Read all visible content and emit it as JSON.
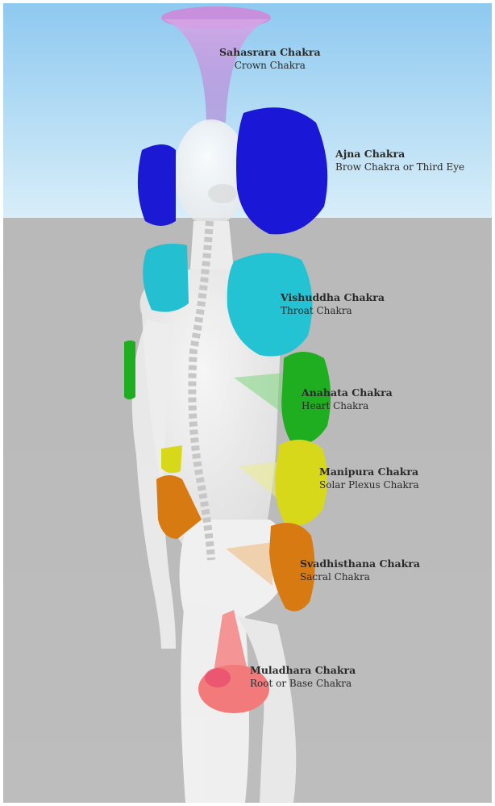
{
  "chakras": [
    {
      "name": "Sahasrara Chakra",
      "alt": "Crown Chakra",
      "color": "#C78FD8"
    },
    {
      "name": "Ajna Chakra",
      "alt": "Brow Chakra or Third Eye",
      "color": "#1A17D6"
    },
    {
      "name": "Vishuddha Chakra",
      "alt": "Throat Chakra",
      "color": "#23C3D3"
    },
    {
      "name": "Anahata Chakra",
      "alt": "Heart Chakra",
      "color": "#1FAE1F"
    },
    {
      "name": "Manipura Chakra",
      "alt": "Solar Plexus Chakra",
      "color": "#D8D81A"
    },
    {
      "name": "Svadhisthana Chakra",
      "alt": "Sacral Chakra",
      "color": "#D87A12"
    },
    {
      "name": "Muladhara Chakra",
      "alt": "Root or Base Chakra",
      "color": "#F27A7A"
    }
  ]
}
